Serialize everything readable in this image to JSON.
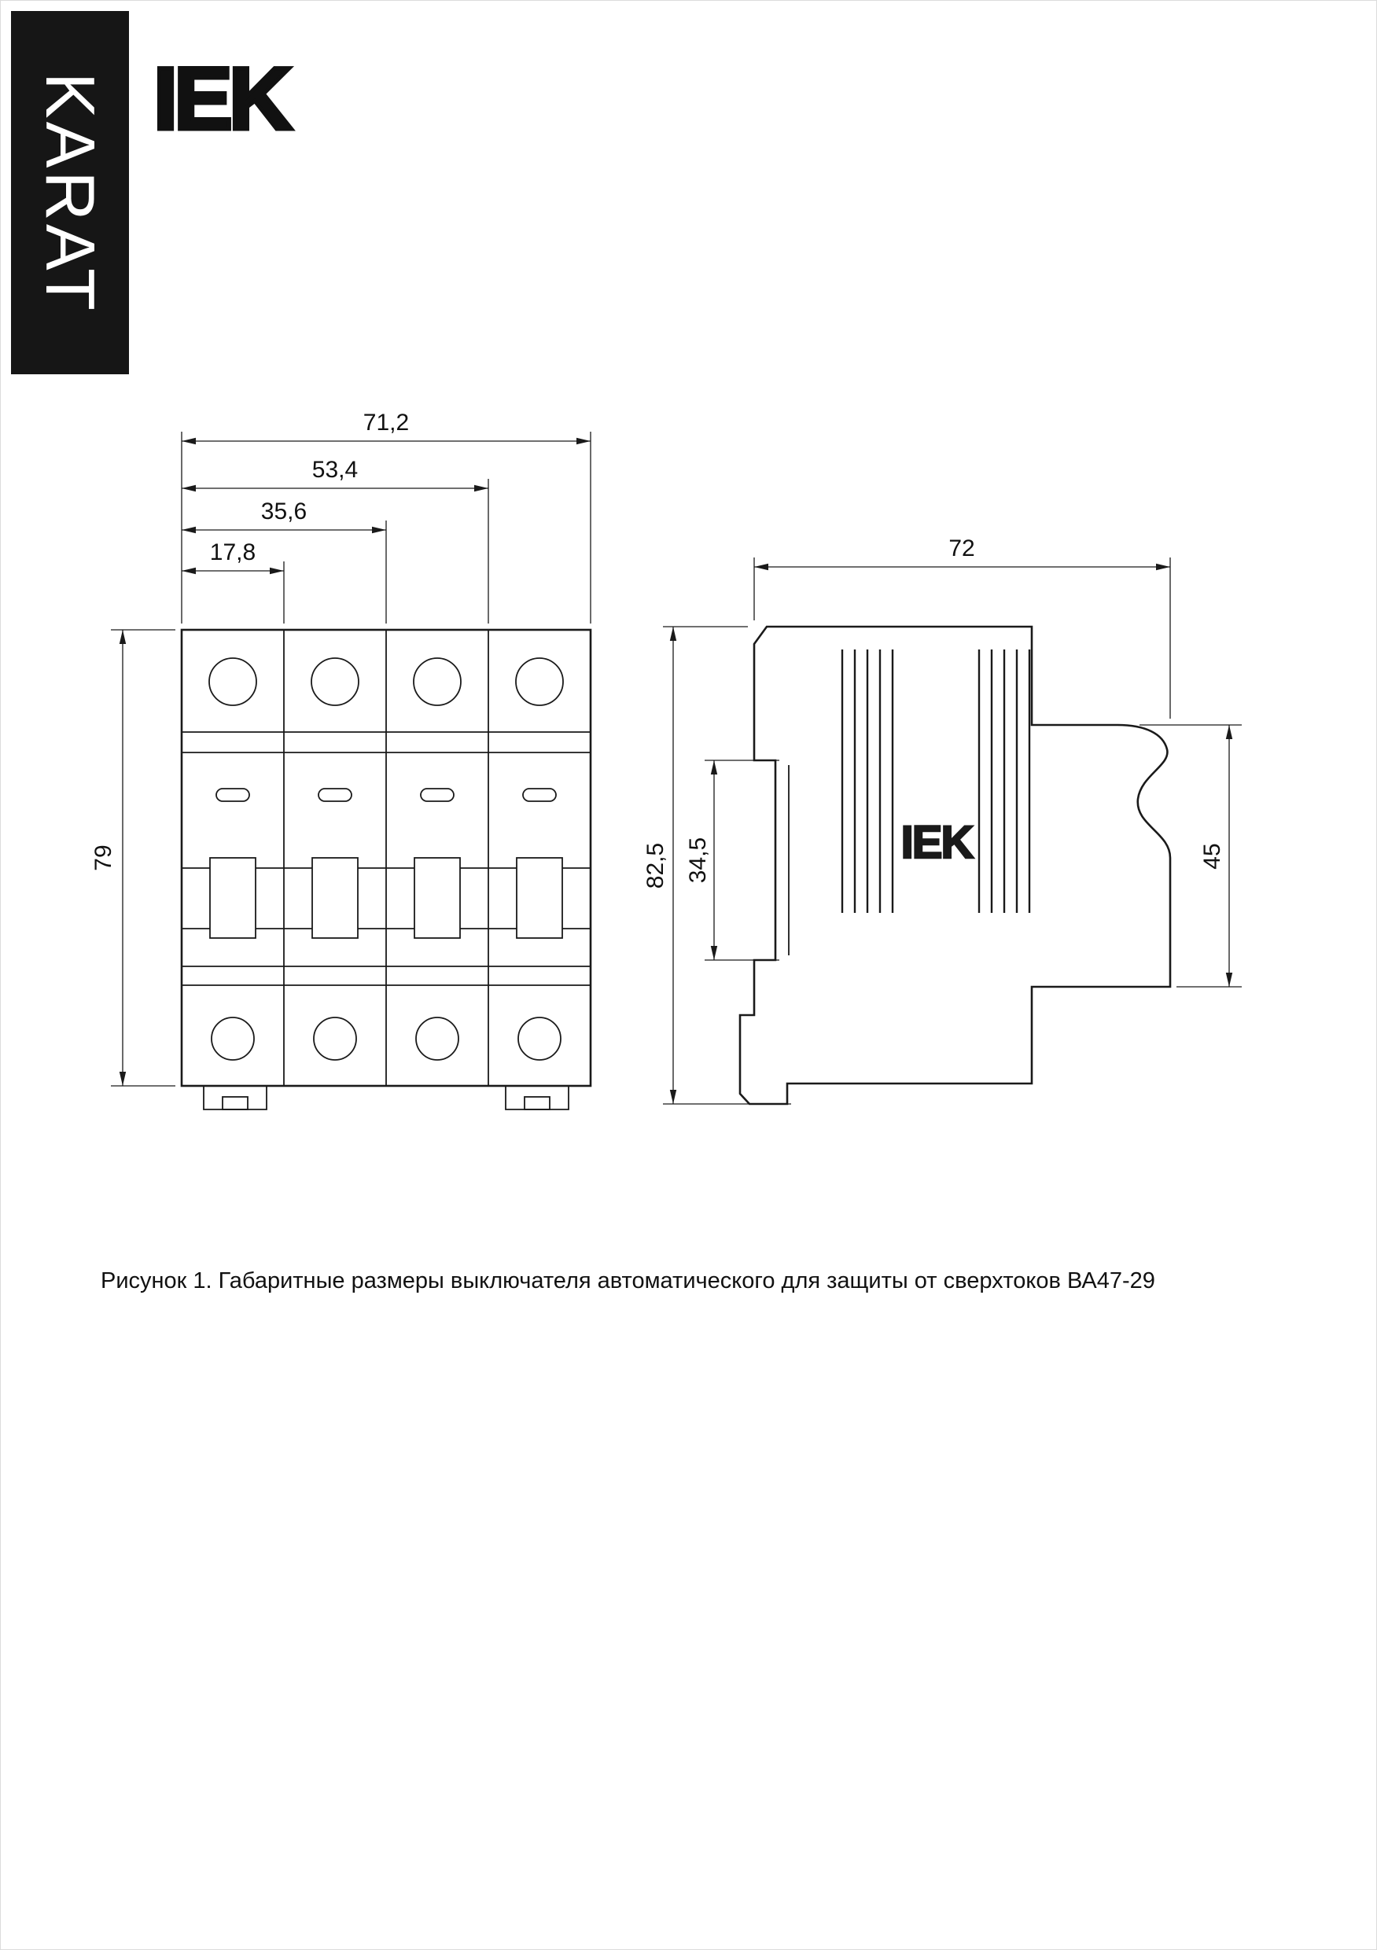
{
  "page": {
    "brand_banner": "KARAT",
    "brand_logo": "IEK",
    "caption": "Рисунок 1. Габаритные размеры выключателя автоматического для защиты от сверхтоков ВА47-29"
  },
  "front_view": {
    "description": "front view of 4-pole modular circuit breaker",
    "dims": {
      "width_total": "71,2",
      "width_three_modules": "53,4",
      "width_two_modules": "35,6",
      "width_one_module": "17,8",
      "height": "79"
    }
  },
  "side_view": {
    "description": "side view of circuit breaker",
    "logo": "IEK",
    "dims": {
      "width": "72",
      "height_total": "82,5",
      "din_recess_height": "34,5",
      "front_face_height": "45"
    }
  }
}
